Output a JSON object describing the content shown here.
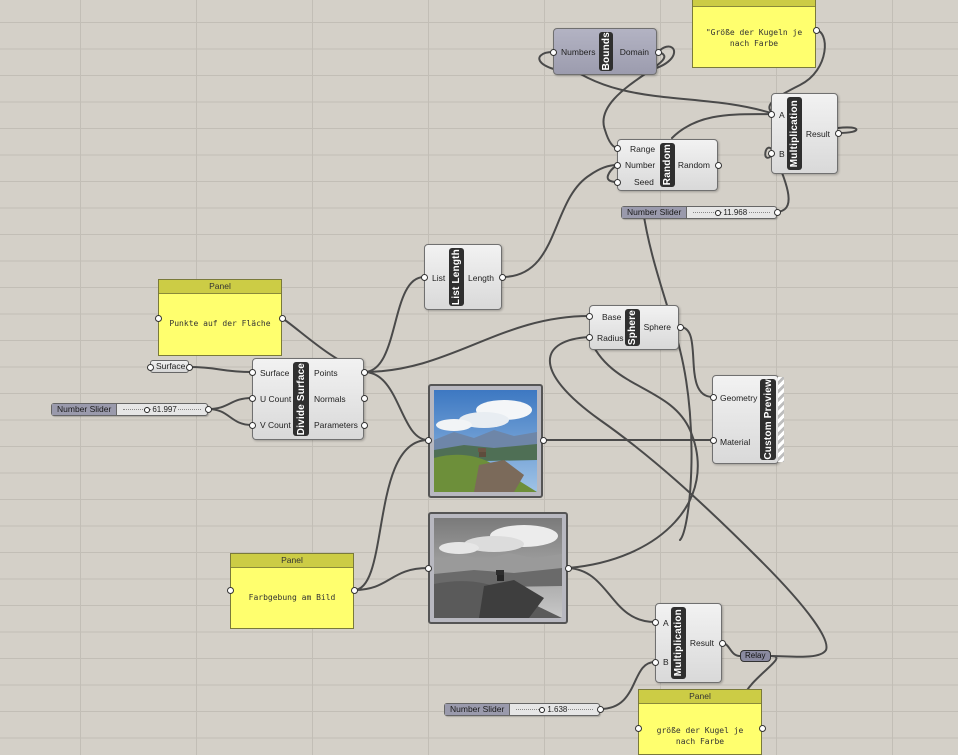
{
  "canvas": {
    "background": "#d4d0c8",
    "wire_color": "#4a4a4a",
    "panel_color": "#ffff6e",
    "panel_header_color": "#cccc45"
  },
  "components": {
    "bounds": {
      "title": "Bounds",
      "input": "Numbers",
      "output": "Domain"
    },
    "random": {
      "title": "Random",
      "inputs": [
        "Range",
        "Number",
        "Seed"
      ],
      "output": "Random"
    },
    "multiplication_top": {
      "title": "Multiplication",
      "inputs": [
        "A",
        "B"
      ],
      "output": "Result"
    },
    "list_length": {
      "title": "List Length",
      "input": "List",
      "output": "Length"
    },
    "sphere": {
      "title": "Sphere",
      "inputs": [
        "Base",
        "Radius"
      ],
      "output": "Sphere"
    },
    "divide_surface": {
      "title": "Divide Surface",
      "inputs": [
        "Surface",
        "U Count",
        "V Count"
      ],
      "outputs": [
        "Points",
        "Normals",
        "Parameters"
      ]
    },
    "custom_preview": {
      "title": "Custom Preview",
      "inputs": [
        "Geometry",
        "Material"
      ]
    },
    "multiplication_bottom": {
      "title": "Multiplication",
      "inputs": [
        "A",
        "B"
      ],
      "output": "Result"
    }
  },
  "params": {
    "surface": "Surface",
    "relay": "Relay"
  },
  "sliders": {
    "slider_random": {
      "name": "Number Slider",
      "value": "11.968",
      "position": 0.3
    },
    "slider_divide": {
      "name": "Number Slider",
      "value": "61.997",
      "position": 0.3
    },
    "slider_mult": {
      "name": "Number Slider",
      "value": "1.638",
      "position": 0.3
    }
  },
  "panels": {
    "top_right": {
      "header": "",
      "text": "\"Größe der Kugeln je nach Farbe"
    },
    "points": {
      "header": "Panel",
      "text": "Punkte auf der Fläche"
    },
    "color": {
      "header": "Panel",
      "text": "Farbgebung am Bild"
    },
    "size": {
      "header": "Panel",
      "text": "größe der Kugel je nach Farbe"
    }
  },
  "images": {
    "color_image": {
      "icon": "mountain-photo-color-icon"
    },
    "bw_image": {
      "icon": "mountain-photo-bw-icon"
    }
  }
}
